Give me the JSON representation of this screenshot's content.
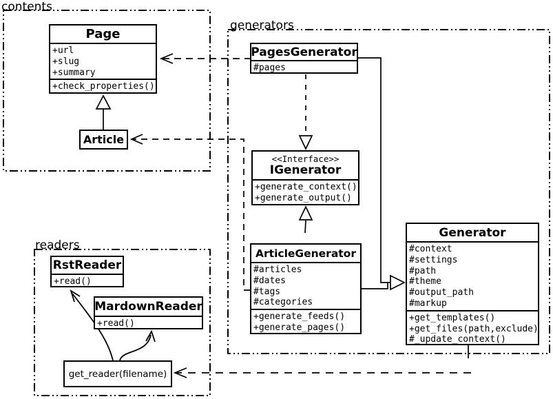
{
  "packages": {
    "contents": {
      "label": "contents"
    },
    "generators": {
      "label": "generators"
    },
    "readers": {
      "label": "readers"
    }
  },
  "classes": {
    "page": {
      "title": "Page",
      "attributes": [
        "+url",
        "+slug",
        "+summary"
      ],
      "methods": [
        "+check_properties()"
      ]
    },
    "article": {
      "title": "Article"
    },
    "pages_generator": {
      "title": "PagesGenerator",
      "attributes": [
        "#pages"
      ]
    },
    "igenerator": {
      "stereotype": "<<Interface>>",
      "title": "IGenerator",
      "methods": [
        "+generate_context()",
        "+generate_output()"
      ]
    },
    "article_generator": {
      "title": "ArticleGenerator",
      "attributes": [
        "#articles",
        "#dates",
        "#tags",
        "#categories"
      ],
      "methods": [
        "+generate_feeds()",
        "+generate_pages()"
      ]
    },
    "generator": {
      "title": "Generator",
      "attributes": [
        "#context",
        "#settings",
        "#path",
        "#theme",
        "#output_path",
        "#markup"
      ],
      "methods": [
        "+get_templates()",
        "+get_files(path,exclude)",
        "#_update_context()"
      ]
    },
    "rst_reader": {
      "title": "RstReader",
      "methods": [
        "+read()"
      ]
    },
    "mardown_reader": {
      "title": "MardownReader",
      "methods": [
        "+read()"
      ]
    },
    "get_reader": {
      "title": "get_reader(filename)"
    }
  },
  "relationships": [
    {
      "from": "Article",
      "to": "Page",
      "type": "generalization"
    },
    {
      "from": "PagesGenerator",
      "to": "Page",
      "type": "dependency"
    },
    {
      "from": "ArticleGenerator",
      "to": "Article",
      "type": "dependency"
    },
    {
      "from": "PagesGenerator",
      "to": "IGenerator",
      "type": "realization"
    },
    {
      "from": "ArticleGenerator",
      "to": "IGenerator",
      "type": "generalization"
    },
    {
      "from": "PagesGenerator",
      "to": "Generator",
      "type": "generalization"
    },
    {
      "from": "ArticleGenerator",
      "to": "Generator",
      "type": "generalization"
    },
    {
      "from": "Generator",
      "to": "get_reader(filename)",
      "type": "dependency"
    },
    {
      "from": "get_reader(filename)",
      "to": "RstReader",
      "type": "arrow"
    },
    {
      "from": "get_reader(filename)",
      "to": "MardownReader",
      "type": "arrow"
    }
  ],
  "colors": {
    "line": "#000000",
    "background": "#ffffff",
    "box_fill": "#ffffff"
  }
}
